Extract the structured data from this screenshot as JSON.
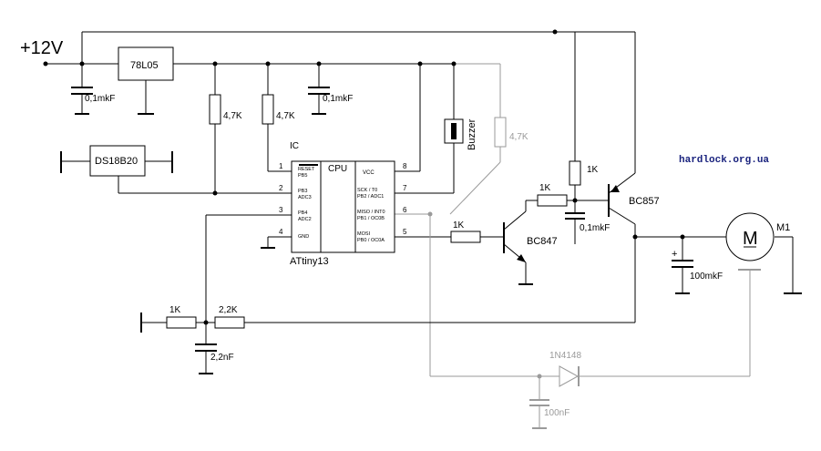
{
  "supply": {
    "label": "+12V"
  },
  "regulator": {
    "label": "78L05"
  },
  "sensor": {
    "label": "DS18B20"
  },
  "watermark": {
    "text": "hardlock.org.ua"
  },
  "ic": {
    "ref": "IC",
    "part": "ATtiny13",
    "cpu": "CPU",
    "vcc": "VCC",
    "left_pins": [
      {
        "num": "1",
        "l1": "RESET",
        "l2": "PB5"
      },
      {
        "num": "2",
        "l1": "PB3",
        "l2": "ADC3"
      },
      {
        "num": "3",
        "l1": "PB4",
        "l2": "ADC2"
      },
      {
        "num": "4",
        "l1": "GND",
        "l2": ""
      }
    ],
    "right_pins": [
      {
        "num": "8",
        "l1": "",
        "l2": ""
      },
      {
        "num": "7",
        "l1": "SCK / T0",
        "l2": "PB2 / ADC1"
      },
      {
        "num": "6",
        "l1": "MISO / INT0",
        "l2": "PB1 / OC0B"
      },
      {
        "num": "5",
        "l1": "MOSI",
        "l2": "PB0 / OC0A"
      }
    ]
  },
  "components": {
    "c_in": "0,1mkF",
    "c_5v": "0,1mkF",
    "r_pull1": "4,7K",
    "r_pull2": "4,7K",
    "r_opt": "4,7K",
    "buzzer": "Buzzer",
    "r_base_pnp": "1K",
    "r_pnp_be": "1K",
    "c_pnp": "0,1mkF",
    "r_base_npn": "1K",
    "npn": "BC847",
    "pnp": "BC857",
    "c_motor": "100mkF",
    "motor_ref": "M1",
    "motor_symbol": "M",
    "r_in": "1K",
    "r_div": "2,2K",
    "c_filter": "2,2nF",
    "diode": "1N4148",
    "c_sense": "100nF",
    "polarity": "+"
  },
  "colors": {
    "wire": "#000000",
    "optional_wire": "#9a9a9a",
    "watermark": "#1a237e"
  }
}
